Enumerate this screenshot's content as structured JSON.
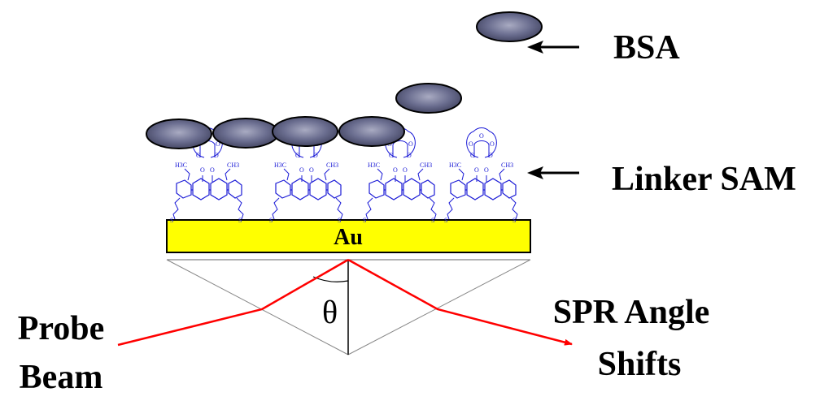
{
  "labels": {
    "bsa": "BSA",
    "linker": "Linker SAM",
    "gold": "Au",
    "theta": "θ",
    "probe_line1": "Probe",
    "probe_line2": "Beam",
    "spr_line1": "SPR Angle",
    "spr_line2": "Shifts",
    "o_atom": "O",
    "s_atom": "S",
    "methyl": "H3C",
    "methyl_r": "CH3"
  },
  "colors": {
    "protein_fill": "#56597a",
    "protein_highlight": "#a9abc2",
    "gold_fill": "#ffff00",
    "molecule_stroke": "#1a1ad6",
    "beam": "#ff0000",
    "prism_edge": "#888888"
  },
  "icons": {
    "protein": "ellipse-blob",
    "linker_molecule": "calixarene-crown-thiol",
    "pointer": "left-arrow"
  }
}
